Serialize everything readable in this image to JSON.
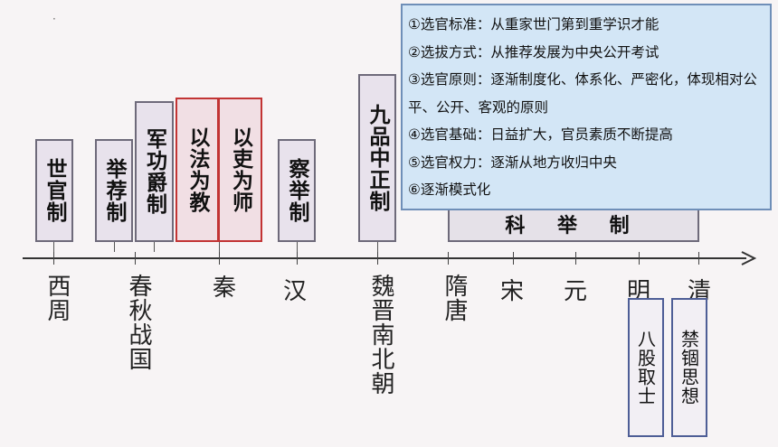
{
  "top_dot": "·",
  "systems": [
    "世官制",
    "举荐制",
    "军功爵制",
    "以法为教",
    "以吏为师",
    "察举制",
    "九品中正制"
  ],
  "keju": "科 举 制",
  "bottom_boxes": [
    "八股取士",
    "禁锢思想"
  ],
  "dynasties": [
    "西周",
    "春秋战国",
    "秦",
    "汉",
    "魏晋南北朝",
    "隋唐",
    "宋",
    "元",
    "明",
    "清"
  ],
  "info": [
    "①选官标准：从重家世门第到重学识才能",
    "②选拔方式：从推荐发展为中央公开考试",
    "③选官原则：逐渐制度化、体系化、严密化，体现相对公平、公开、客观的原则",
    "④选官基础：日益扩大，官员素质不断提高",
    "⑤选官权力：逐渐从地方收归中央",
    "⑥逐渐模式化"
  ],
  "colors": {
    "box_fill": "#e8e2ec",
    "box_border": "#6e6a7a",
    "highlight_border": "#c23434",
    "info_fill": "#d3e6f6",
    "info_border": "#6f8fb8",
    "bottom_border": "#4e5e96"
  }
}
